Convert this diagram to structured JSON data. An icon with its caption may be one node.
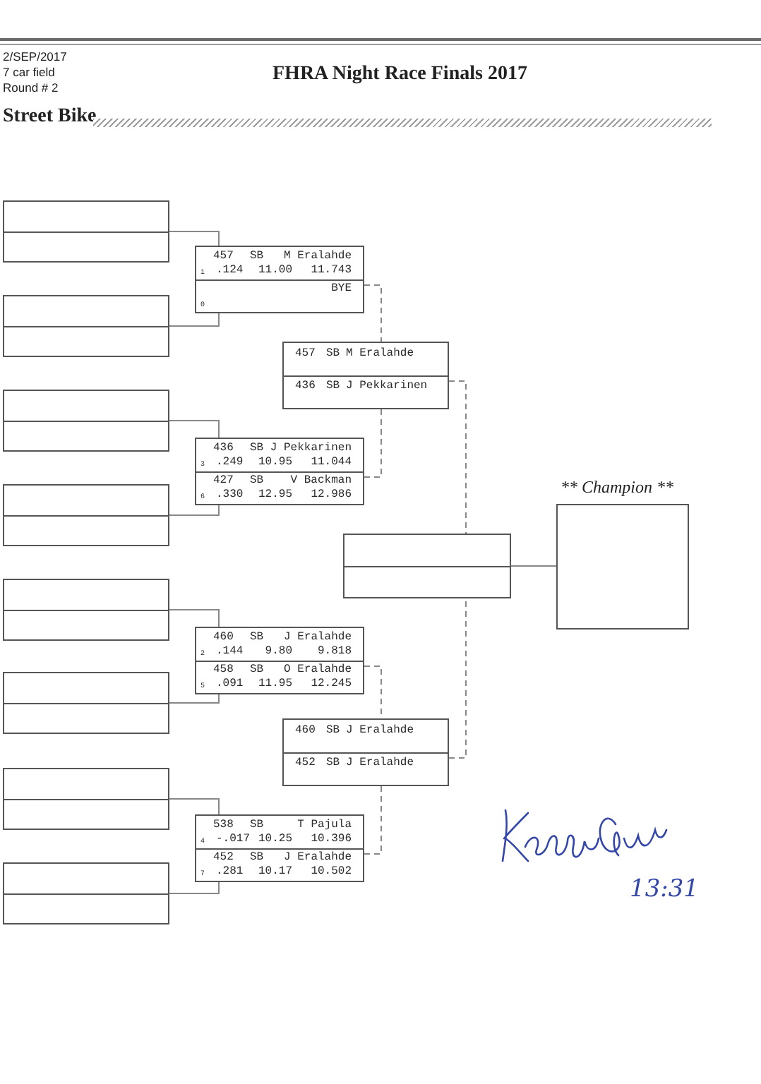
{
  "diagram": {
    "title": "FHRA Night Race Finals 2017",
    "nodes": [
      {
        "text": [],
        "shape": "box"
      },
      {
        "text": [],
        "shape": "box"
      },
      {
        "text": [],
        "shape": "box"
      },
      {
        "text": [],
        "shape": "box"
      },
      {
        "text": [],
        "shape": "box"
      },
      {
        "text": [],
        "shape": "box"
      },
      {
        "text": [],
        "shape": "box"
      },
      {
        "text": [],
        "shape": "box"
      },
      {
        "text": [],
        "shape": "box"
      },
      {
        "text": [
          "457",
          "SB",
          "M Eralahde",
          "1",
          ".124",
          "11.00",
          "11.743"
        ],
        "in": 8
      },
      {
        "text": [
          "BYE",
          "0"
        ],
        "in": 8
      },
      {
        "text": [],
        "shape": "box"
      },
      {
        "text": [
          "436",
          "SB",
          "J Pekkarinen",
          "3",
          ".249",
          "10.95",
          "11.044"
        ],
        "in": 11
      },
      {
        "text": [
          "427",
          "SB",
          "V Backman",
          "6",
          ".330",
          "12.95",
          "12.986"
        ],
        "in": 11
      },
      {
        "text": [],
        "shape": "box"
      },
      {
        "text": [
          "460",
          "SB",
          "J Eralahde",
          "2",
          ".144",
          "9.80",
          "9.818"
        ],
        "in": 14
      },
      {
        "text": [
          "458",
          "SB",
          "O Eralahde",
          "5",
          ".091",
          "11.95",
          "12.245"
        ],
        "in": 14
      },
      {
        "text": [],
        "shape": "box"
      },
      {
        "text": [
          "538",
          "SB",
          "T Pajula",
          "4",
          "-.017",
          "10.25",
          "10.396"
        ],
        "in": 17
      },
      {
        "text": [
          "452",
          "SB",
          "J Eralahde",
          "7",
          ".281",
          "10.17",
          "10.502"
        ],
        "in": 17
      },
      {
        "text": [],
        "shape": "box"
      },
      {
        "text": [
          "457",
          "SB",
          "M Eralahde"
        ],
        "in": 20
      },
      {
        "text": [
          "436",
          "SB",
          "J Pekkarinen"
        ],
        "in": 20
      },
      {
        "text": [],
        "shape": "box"
      },
      {
        "text": [
          "460",
          "SB",
          "J Eralahde"
        ],
        "in": 23
      },
      {
        "text": [
          "452",
          "SB",
          "J Eralahde"
        ],
        "in": 23
      },
      {
        "text": [],
        "shape": "box"
      },
      {
        "text": [
          "** Champion **"
        ]
      }
    ],
    "edges": [
      {
        "from": 0,
        "to": 8,
        "arrow": "none"
      },
      {
        "from": 1,
        "to": 8,
        "arrow": "none"
      },
      {
        "from": 2,
        "to": 11,
        "arrow": "none"
      },
      {
        "from": 3,
        "to": 11,
        "arrow": "none"
      },
      {
        "from": 4,
        "to": 14,
        "arrow": "none"
      },
      {
        "from": 5,
        "to": 14,
        "arrow": "none"
      },
      {
        "from": 6,
        "to": 17,
        "arrow": "none"
      },
      {
        "from": 7,
        "to": 17,
        "arrow": "none"
      },
      {
        "from": 8,
        "to": 20,
        "arrow": "none",
        "style": "dashed"
      },
      {
        "from": 11,
        "to": 20,
        "arrow": "none",
        "style": "dashed"
      },
      {
        "from": 14,
        "to": 23,
        "arrow": "none",
        "style": "dashed"
      },
      {
        "from": 17,
        "to": 23,
        "arrow": "none",
        "style": "dashed"
      },
      {
        "from": 20,
        "to": 26,
        "arrow": "none",
        "style": "dashed"
      },
      {
        "from": 23,
        "to": 26,
        "arrow": "none",
        "style": "dashed"
      },
      {
        "from": 26,
        "to": 27,
        "arrow": "none"
      }
    ],
    "labels": [
      "2/SEP/2017",
      "7 car field",
      "Round # 2",
      "Street Bike",
      "13:31"
    ]
  }
}
